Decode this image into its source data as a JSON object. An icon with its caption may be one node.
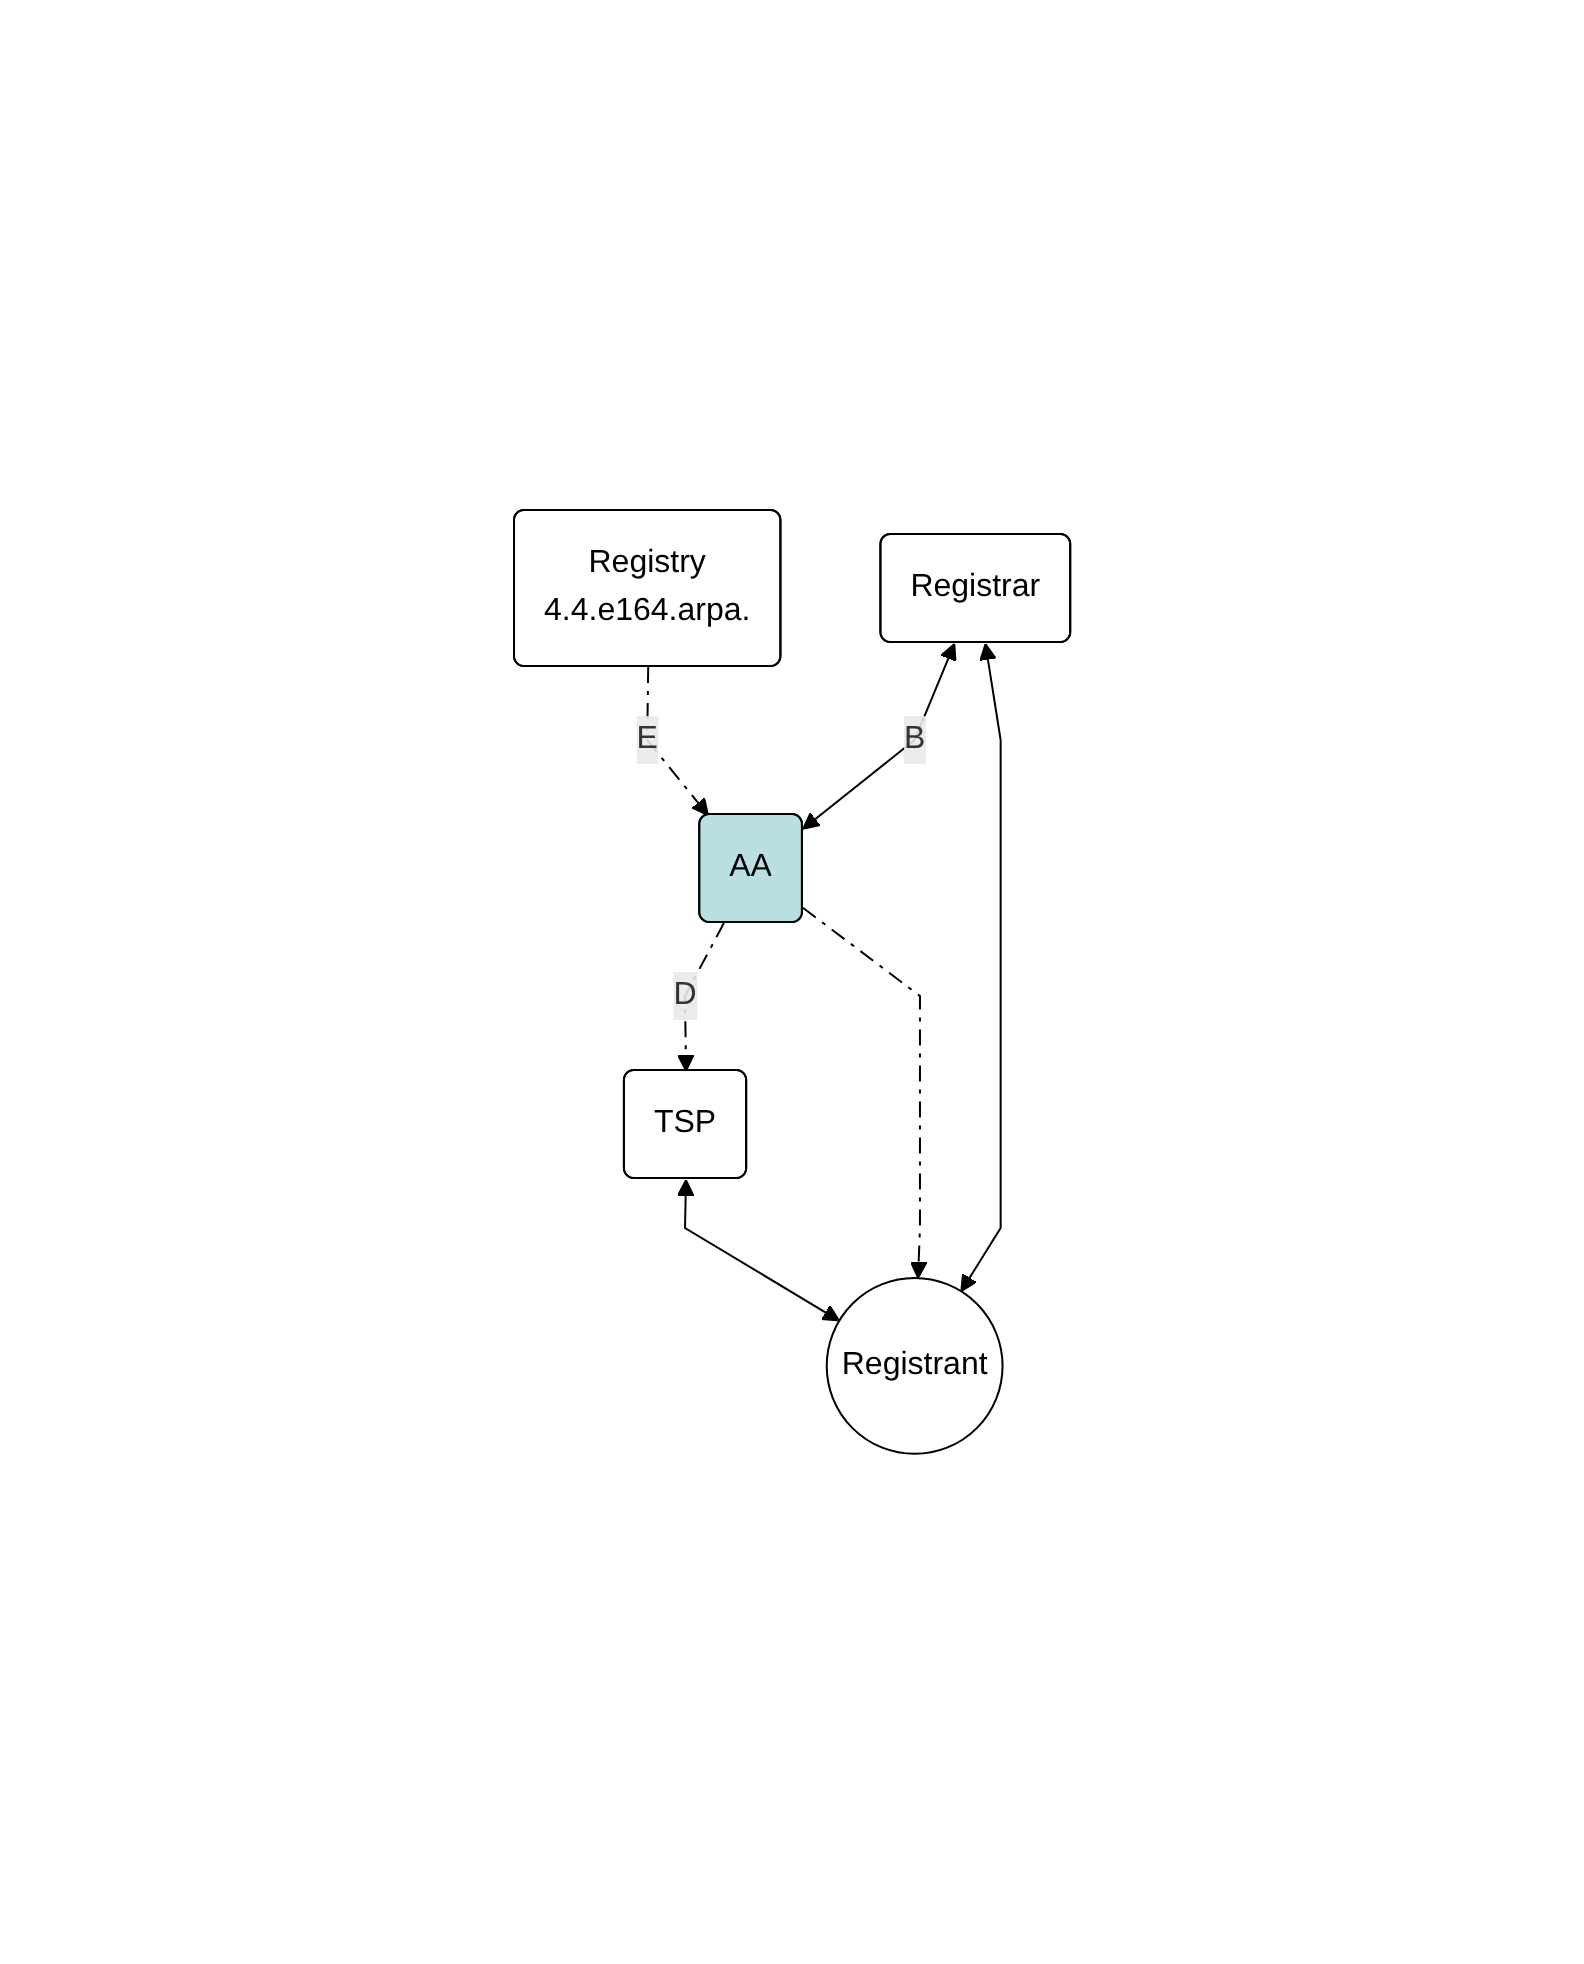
{
  "diagram": {
    "nodes": [
      {
        "text": [
          "Registry",
          "4.4.e164.arpa."
        ]
      },
      {
        "text": [
          "Registrar"
        ]
      },
      {
        "text": [
          "AA"
        ]
      },
      {
        "text": [
          "TSP"
        ]
      },
      {
        "text": [
          "Registrant"
        ]
      }
    ],
    "edges": [
      {
        "from": 0,
        "to": 2,
        "arrow": "to",
        "label": "E",
        "style": "dashed"
      },
      {
        "from": 1,
        "to": 2,
        "arrow": "both",
        "label": "B"
      },
      {
        "from": 2,
        "to": 3,
        "arrow": "to",
        "label": "D",
        "style": "dashed"
      },
      {
        "from": 2,
        "to": 4,
        "arrow": "to",
        "style": "dashed"
      },
      {
        "from": 1,
        "to": 4,
        "arrow": "both"
      },
      {
        "from": 3,
        "to": 4,
        "arrow": "both"
      }
    ]
  }
}
